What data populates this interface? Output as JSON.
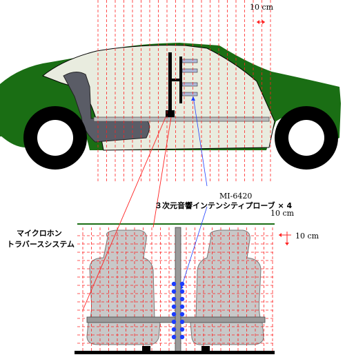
{
  "scale_top": "10 cm",
  "probe_model": "MI-6420",
  "probe_desc": "３次元音響インテンシティプローブ × 4",
  "scale_mid": "10 cm",
  "scale_right": "10 cm",
  "traverse_line1": "マイクロホン",
  "traverse_line2": "トラバースシステム",
  "colors": {
    "car_body": "#1a6e14",
    "cabin": "#e9ecdf",
    "seat_dark": "#5a5c66",
    "grid": "#ff2020",
    "seat_light": "#c8c8c8",
    "probe": "#1c3cff",
    "rail": "#9a9a9a"
  }
}
